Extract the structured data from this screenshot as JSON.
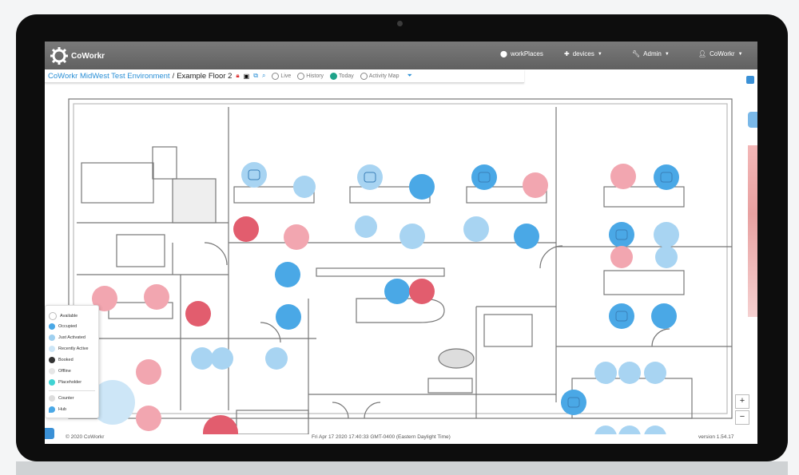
{
  "app": {
    "brand": "CoWorkr"
  },
  "nav": {
    "items": [
      {
        "icon": "location-pin-icon",
        "label": "workPlaces"
      },
      {
        "icon": "puzzle-icon",
        "label": "devices"
      },
      {
        "icon": "wrench-icon",
        "label": "Admin"
      },
      {
        "icon": "user-icon",
        "label": "CoWorkr"
      }
    ]
  },
  "breadcrumb": {
    "environment": "CoWorkr MidWest Test Environment",
    "separator": "/",
    "floor": "Example Floor 2"
  },
  "view_modes": [
    "Live",
    "History",
    "Today",
    "Activity Map"
  ],
  "legend": {
    "items": [
      {
        "label": "Available",
        "color": "#ffffff"
      },
      {
        "label": "Occupied",
        "color": "#4aa8e6"
      },
      {
        "label": "Just Activated",
        "color": "#9fd0f0"
      },
      {
        "label": "Recently Active",
        "color": "#cde6f7"
      },
      {
        "label": "Booked",
        "color": "#333333"
      },
      {
        "label": "Offline",
        "color": "#e6e6e6"
      },
      {
        "label": "Placeholder",
        "color": "#3fd3d3"
      },
      {
        "label": "Counter",
        "color": "#dddddd"
      },
      {
        "label": "Hub",
        "color": "#4aa8e6"
      }
    ]
  },
  "footer": {
    "copyright": "© 2020 CoWorkr",
    "timestamp": "Fri Apr 17 2020 17:40:33 GMT-0400 (Eastern Daylight Time)",
    "version": "version 1.54.17"
  },
  "zoom": {
    "in": "+",
    "out": "−"
  },
  "colors": {
    "occupied": "#4aa8e6",
    "recent": "#a8d4f2",
    "booked_red": "#e25d6e",
    "light_red": "#f2a6b0"
  }
}
